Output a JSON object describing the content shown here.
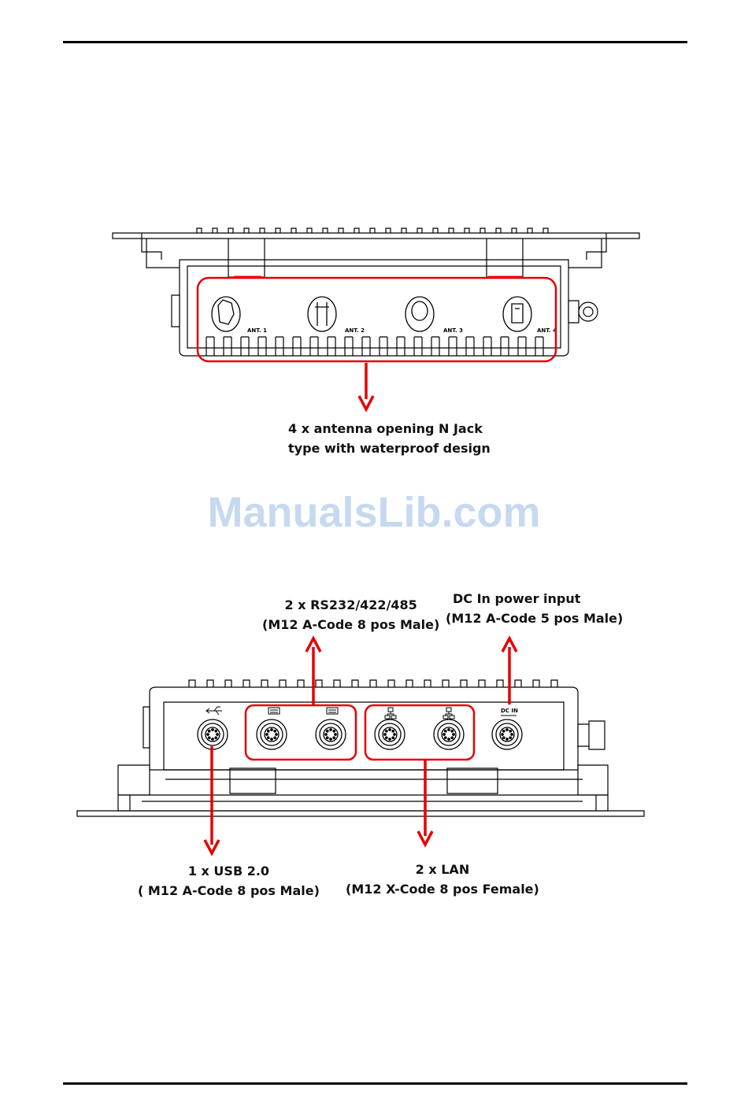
{
  "watermark": "ManualsLib.com",
  "accent_color": "#e60000",
  "top_view": {
    "antenna_labels": [
      "ANT. 1",
      "ANT. 2",
      "ANT. 3",
      "ANT. 4"
    ],
    "callout": {
      "line1": "4 x antenna opening N Jack",
      "line2": "type with waterproof design"
    }
  },
  "bottom_view": {
    "panel_label": "DC IN",
    "callouts": {
      "serial": {
        "line1": "2 x RS232/422/485",
        "line2": "(M12 A-Code 8 pos Male)"
      },
      "power": {
        "line1": "DC In power input",
        "line2": "(M12 A-Code 5 pos Male)"
      },
      "usb": {
        "line1": "1 x USB 2.0",
        "line2": "( M12 A-Code 8 pos Male)"
      },
      "lan": {
        "line1": "2 x LAN",
        "line2": "(M12 X-Code 8 pos Female)"
      }
    }
  }
}
